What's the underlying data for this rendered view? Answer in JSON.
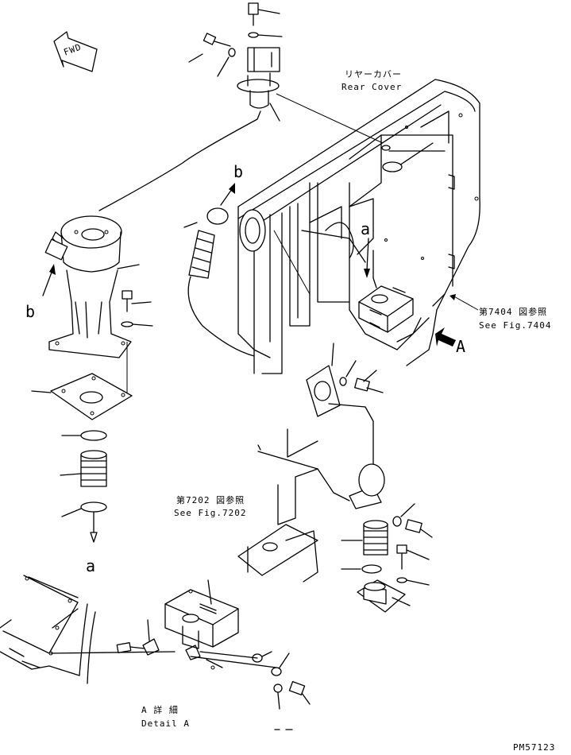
{
  "labels": {
    "fwd": "FWD",
    "rear_cover_jp": "リヤーカバー",
    "rear_cover_en": "Rear Cover",
    "ref_7404_jp": "第7404 図参照",
    "ref_7404_en": "See Fig.7404",
    "ref_7202_jp": "第7202 図参照",
    "ref_7202_en": "See Fig.7202",
    "view_arrow": "A",
    "connect_a_top": "a",
    "connect_a_bottom": "a",
    "connect_b_left": "b",
    "connect_b_top": "b",
    "detail_jp": "A 詳 細",
    "detail_en": "Detail A",
    "drawing_no": "PM57123"
  }
}
